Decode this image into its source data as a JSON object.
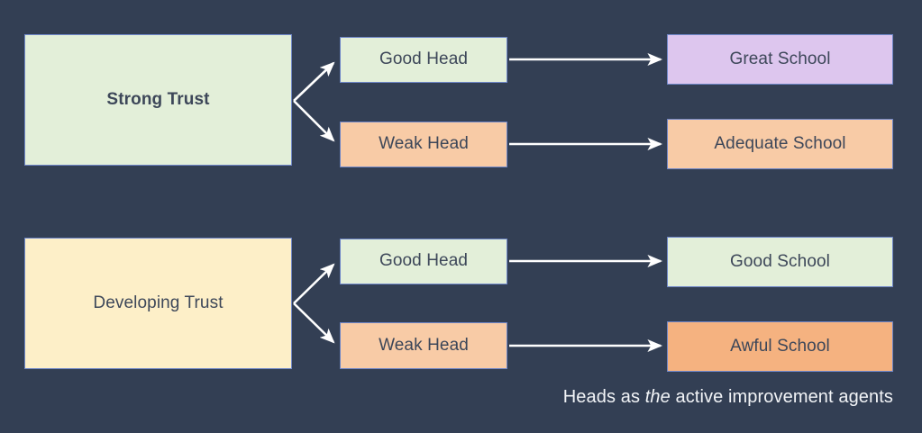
{
  "diagram": {
    "background_color": "#333f54",
    "border_color": "#6e86c8",
    "text_color": "#3d4759",
    "arrow_color": "#ffffff",
    "nodes": {
      "strong_trust": {
        "label": "Strong Trust",
        "color": "#e3efd9"
      },
      "developing_trust": {
        "label": "Developing Trust",
        "color": "#fdefc8"
      },
      "head_good_1": {
        "label": "Good Head",
        "color": "#e3efd9"
      },
      "head_weak_1": {
        "label": "Weak Head",
        "color": "#f8cba6"
      },
      "head_good_2": {
        "label": "Good Head",
        "color": "#e3efd9"
      },
      "head_weak_2": {
        "label": "Weak Head",
        "color": "#f8cba6"
      },
      "school_great": {
        "label": "Great School",
        "color": "#ddc6ee"
      },
      "school_adequate": {
        "label": "Adequate School",
        "color": "#f8cba6"
      },
      "school_good": {
        "label": "Good School",
        "color": "#e3efd9"
      },
      "school_awful": {
        "label": "Awful School",
        "color": "#f5b280"
      }
    },
    "edges": [
      {
        "from": "strong_trust",
        "to": "head_good_1"
      },
      {
        "from": "strong_trust",
        "to": "head_weak_1"
      },
      {
        "from": "head_good_1",
        "to": "school_great"
      },
      {
        "from": "head_weak_1",
        "to": "school_adequate"
      },
      {
        "from": "developing_trust",
        "to": "head_good_2"
      },
      {
        "from": "developing_trust",
        "to": "head_weak_2"
      },
      {
        "from": "head_good_2",
        "to": "school_good"
      },
      {
        "from": "head_weak_2",
        "to": "school_awful"
      }
    ],
    "caption": {
      "prefix": "Heads as ",
      "emphasis": "the",
      "suffix": " active improvement agents"
    }
  }
}
